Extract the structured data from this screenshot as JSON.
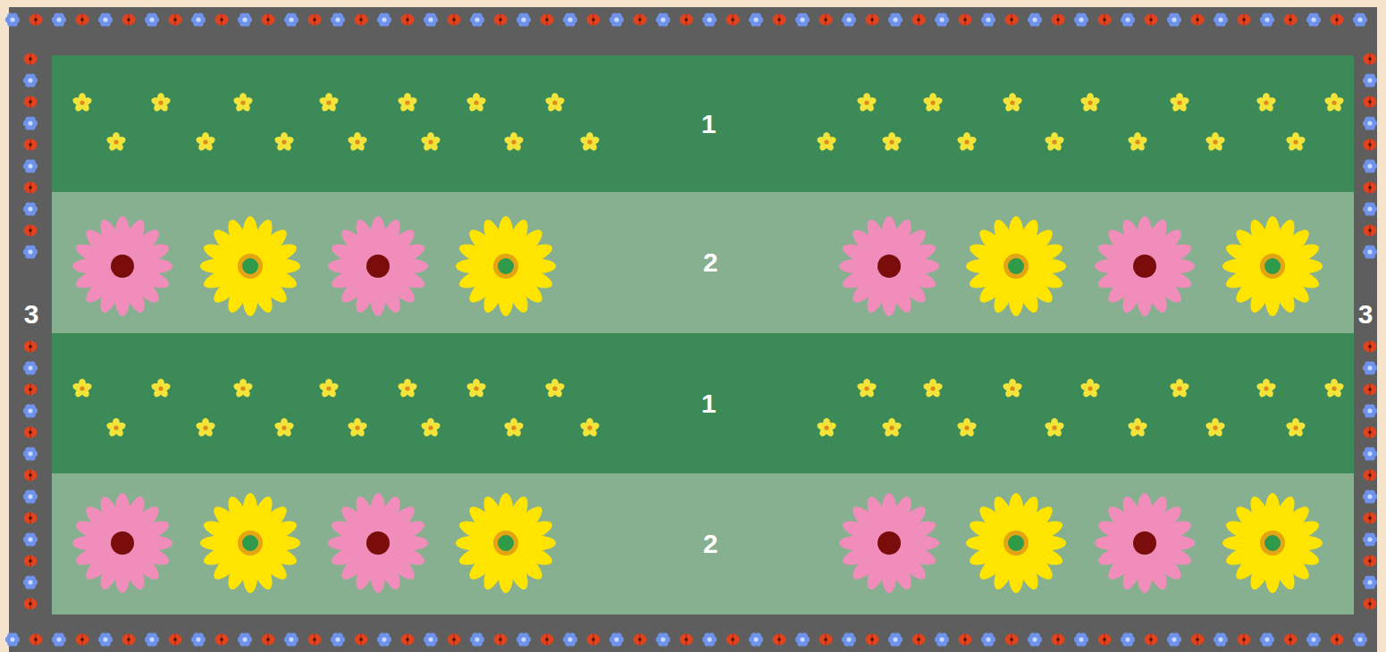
{
  "diagram": {
    "nodes": [
      {
        "text": [
          "3",
          "3"
        ]
      },
      {
        "text": [
          "1"
        ],
        "in": 0
      },
      {
        "text": [
          "2"
        ],
        "in": 0
      },
      {
        "text": [
          "1"
        ],
        "in": 0
      },
      {
        "text": [
          "2"
        ],
        "in": 0
      }
    ]
  }
}
